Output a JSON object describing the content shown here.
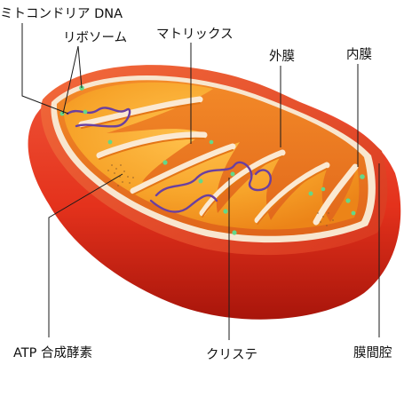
{
  "labels": {
    "mito_dna": "ミトコンドリア DNA",
    "ribosome": "リボソーム",
    "matrix": "マトリックス",
    "outer_membrane": "外膜",
    "inner_membrane": "内膜",
    "atp_synthase": "ATP 合成酵素",
    "cristae": "クリステ",
    "intermembrane_space": "膜間腔"
  },
  "colors": {
    "outer_red": "#e4321c",
    "outer_dark": "#a8150b",
    "membrane_pale": "#f8e6cf",
    "matrix_orange": "#f39a1f",
    "matrix_light": "#ffc24d",
    "space_orange": "#f07a1a",
    "dna_purple": "#6a3fa0",
    "ribosome_green": "#63d88a"
  }
}
